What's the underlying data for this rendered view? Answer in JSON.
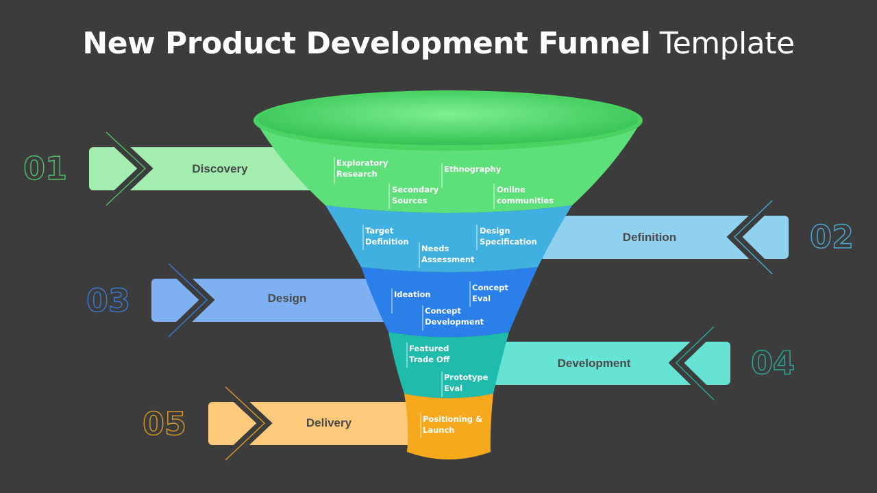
{
  "title": {
    "bold": "New Product Development Funnel",
    "light": "Template"
  },
  "colors": {
    "background": "#3c3c3c",
    "discovery": "#5de07a",
    "definition": "#3fb0e0",
    "design": "#2a7fe8",
    "development": "#1fbcae",
    "delivery": "#f7a91d"
  },
  "stages": [
    {
      "number": "01",
      "label": "Discovery",
      "bar_color": "#a3edb1",
      "number_color": "#4fbf6a",
      "items": [
        [
          "Exploratory",
          "Research"
        ],
        [
          "Ethnography"
        ],
        [
          "Secondary",
          "Sources"
        ],
        [
          "Online",
          "communities"
        ]
      ]
    },
    {
      "number": "02",
      "label": "Definition",
      "bar_color": "#8fd1ef",
      "number_color": "#4aa9d2",
      "items": [
        [
          "Target",
          "Definition"
        ],
        [
          "Design",
          "Specification"
        ],
        [
          "Needs",
          "Assessment"
        ]
      ]
    },
    {
      "number": "03",
      "label": "Design",
      "bar_color": "#7fb0f1",
      "number_color": "#3b78cf",
      "items": [
        [
          "Ideation"
        ],
        [
          "Concept",
          "Eval"
        ],
        [
          "Concept",
          "Development"
        ]
      ]
    },
    {
      "number": "04",
      "label": "Development",
      "bar_color": "#66e3d4",
      "number_color": "#2ba896",
      "items": [
        [
          "Featured",
          "Trade Off"
        ],
        [
          "Prototype",
          "Eval"
        ]
      ]
    },
    {
      "number": "05",
      "label": "Delivery",
      "bar_color": "#fdc97a",
      "number_color": "#d9972a",
      "items": [
        [
          "Positioning &",
          "Launch"
        ]
      ]
    }
  ]
}
